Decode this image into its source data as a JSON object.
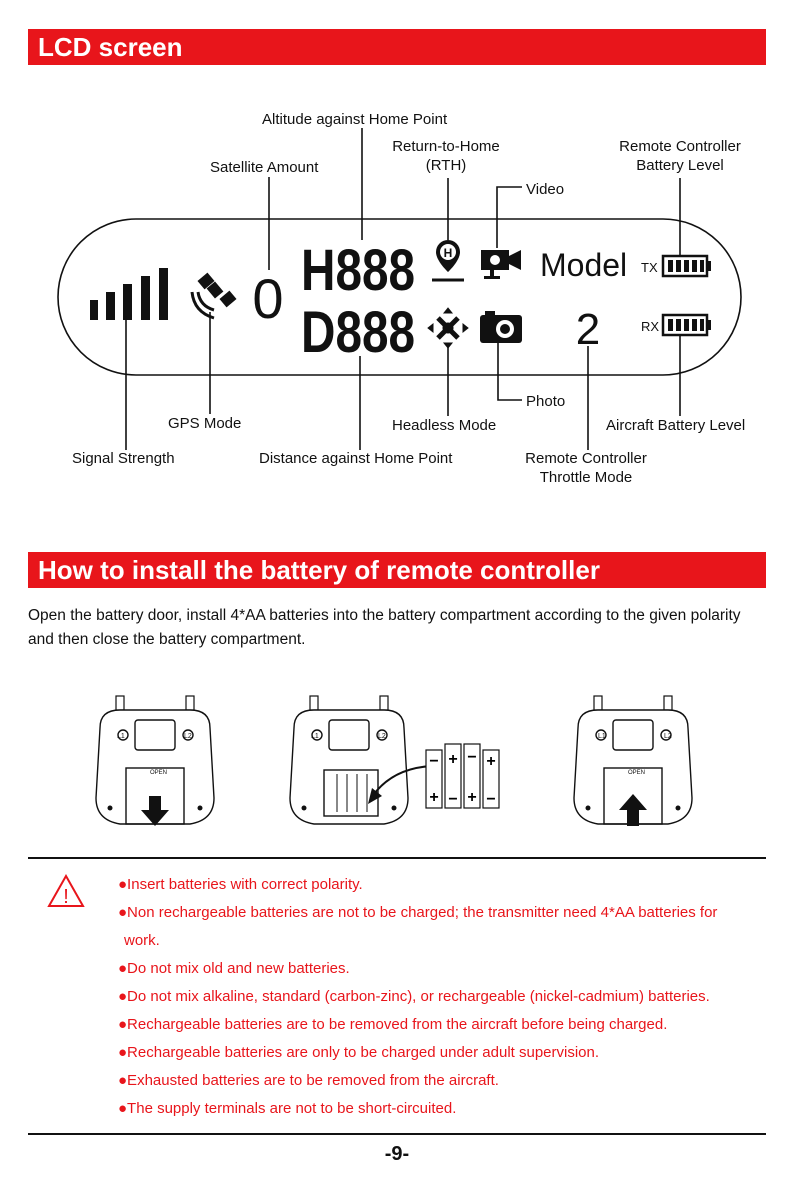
{
  "section1": {
    "title": "LCD screen"
  },
  "lcd": {
    "labels": {
      "altitude": "Altitude against Home Point",
      "rth_line1": "Return-to-Home",
      "rth_line2": "(RTH)",
      "rc_battery_line1": "Remote Controller",
      "rc_battery_line2": "Battery Level",
      "satellite": "Satellite Amount",
      "video": "Video",
      "photo": "Photo",
      "gps_mode": "GPS Mode",
      "headless": "Headless Mode",
      "aircraft_battery": "Aircraft Battery Level",
      "signal": "Signal Strength",
      "distance": "Distance against Home Point",
      "throttle_line1": "Remote Controller",
      "throttle_line2": "Throttle Mode"
    },
    "display": {
      "altitude_readout": "H888",
      "distance_readout": "D888",
      "satellite_digit": "0",
      "throttle_digit": "2",
      "model_text": "Model",
      "tx_label": "TX",
      "rx_label": "RX",
      "rth_badge": "H"
    },
    "icons": [
      "signal-strength-icon",
      "gps-satellite-icon",
      "return-home-icon",
      "video-camera-icon",
      "photo-camera-icon",
      "headless-mode-icon",
      "battery-icon"
    ]
  },
  "section2": {
    "title": "How to install the battery of remote controller",
    "paragraph": "Open the battery door, install 4*AA batteries into the battery compartment according to the given polarity and then close the battery compartment.",
    "controller_labels": {
      "left": "L1",
      "right": "L2",
      "door": "OPEN"
    }
  },
  "warnings": [
    "●Insert batteries with correct polarity.",
    "●Non rechargeable batteries are not to be charged; the transmitter need 4*AA batteries for",
    "●Do not mix old and new batteries.",
    "●Do not mix alkaline, standard (carbon-zinc), or rechargeable (nickel-cadmium) batteries.",
    "●Rechargeable batteries are to be removed from the aircraft before being charged.",
    "●Rechargeable batteries are only to be charged under adult supervision.",
    "●Exhausted batteries are to be removed from the aircraft.",
    "●The supply terminals are not to be short-circuited."
  ],
  "warning_continuation": "work.",
  "page_number": "-9-",
  "colors": {
    "accent": "#e8151b",
    "text": "#111111"
  }
}
